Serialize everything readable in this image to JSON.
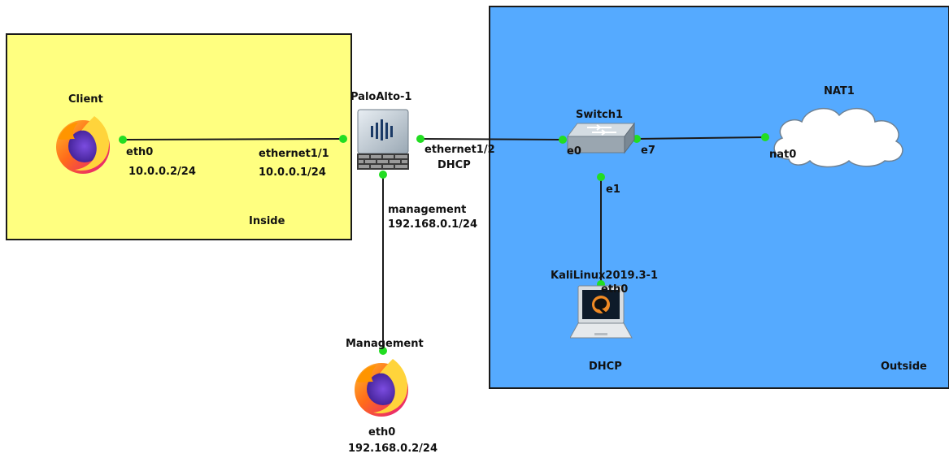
{
  "colors": {
    "inside_zone": "#ffff80",
    "outside_zone": "#55aaff",
    "wire": "#1a1a1a",
    "port_dot": "#22dd22"
  },
  "zones": {
    "inside": "Inside",
    "outside": "Outside"
  },
  "nodes": {
    "client": {
      "name": "Client",
      "icon": "firefox-icon",
      "port": "eth0",
      "ip": "10.0.0.2/24"
    },
    "paloalto": {
      "name": "PaloAlto-1",
      "icon": "firewall-icon",
      "port_inside": "ethernet1/1",
      "ip_inside": "10.0.0.1/24",
      "port_outside": "ethernet1/2",
      "ip_outside": "DHCP",
      "port_mgmt": "management",
      "ip_mgmt": "192.168.0.1/24"
    },
    "switch": {
      "name": "Switch1",
      "icon": "switch-icon",
      "port_left": "e0",
      "port_right": "e7",
      "port_down": "e1"
    },
    "nat": {
      "name": "NAT1",
      "icon": "cloud-icon",
      "port": "nat0"
    },
    "kali": {
      "name": "KaliLinux2019.3-1",
      "icon": "laptop-icon",
      "port": "eth0",
      "ip": "DHCP"
    },
    "management": {
      "name": "Management",
      "icon": "firefox-icon",
      "port": "eth0",
      "ip": "192.168.0.2/24"
    }
  }
}
